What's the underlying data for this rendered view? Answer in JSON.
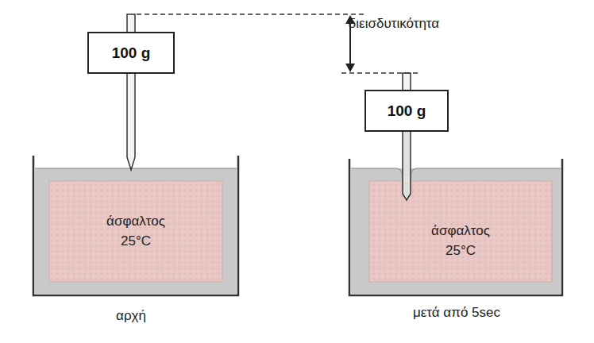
{
  "diagram": {
    "nodes": [
      {
        "text": [
          "100 g"
        ]
      },
      {
        "text": [
          "άσφαλτος 25°C"
        ]
      },
      {
        "text": [
          "100 g"
        ]
      },
      {
        "text": [
          "άσφαλτος 25°C"
        ]
      }
    ],
    "labels": [
      "διεισδυτικότητα",
      "αρχή",
      "μετά από 5sec"
    ]
  }
}
